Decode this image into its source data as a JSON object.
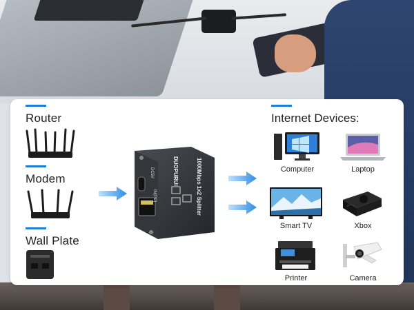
{
  "sources": {
    "items": [
      {
        "label": "Router"
      },
      {
        "label": "Modem"
      },
      {
        "label": "Wall Plate"
      }
    ]
  },
  "devices": {
    "heading": "Internet Devices:",
    "items": [
      {
        "label": "Computer"
      },
      {
        "label": "Laptop"
      },
      {
        "label": "Smart TV"
      },
      {
        "label": "Xbox"
      },
      {
        "label": "Printer"
      },
      {
        "label": "Camera"
      }
    ]
  },
  "splitter": {
    "brand": "DUOPURUI",
    "model": "1000Mbps 1x2 Splitter",
    "port_dc": "DC5V",
    "port_in": "IN(PC)"
  },
  "colors": {
    "accent": "#1a7fd6",
    "arrow": "#2f8de4"
  }
}
